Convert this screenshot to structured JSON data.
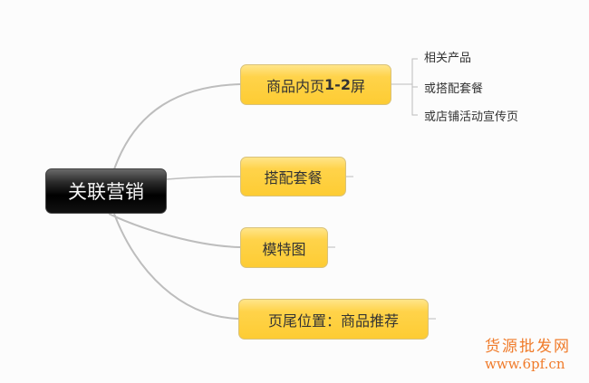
{
  "root": {
    "label": "关联营销"
  },
  "branches": [
    {
      "label_pre": "商品内页",
      "label_bold": "1-2",
      "label_post": "屏",
      "children": [
        "相关产品",
        "或搭配套餐",
        "或店铺活动宣传页"
      ]
    },
    {
      "label": "搭配套餐"
    },
    {
      "label": "模特图"
    },
    {
      "label": "页尾位置：商品推荐"
    }
  ],
  "watermark": {
    "title": "货源批发网",
    "url": "www.6pf.cn"
  },
  "colors": {
    "node": "#fdcc33",
    "root": "#000000",
    "line": "#bbbbbb",
    "watermark": "#f07b2a"
  }
}
